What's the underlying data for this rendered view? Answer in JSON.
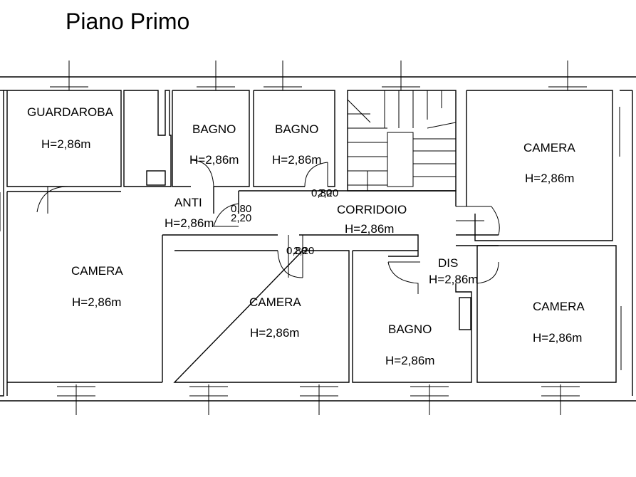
{
  "title": "Piano Primo",
  "rooms": [
    {
      "name": "GUARDAROBA",
      "height": "H=2,86m"
    },
    {
      "name": "BAGNO",
      "height": "H=2,86m"
    },
    {
      "name": "BAGNO",
      "height": "H=2,86m"
    },
    {
      "name": "CAMERA",
      "height": "H=2,86m"
    },
    {
      "name": "ANTI",
      "height": "H=2,86m"
    },
    {
      "name": "CORRIDOIO",
      "height": "H=2,86m"
    },
    {
      "name": "CAMERA",
      "height": "H=2,86m"
    },
    {
      "name": "CAMERA",
      "height": "H=2,86m"
    },
    {
      "name": "DIS",
      "height": "H=2,86m"
    },
    {
      "name": "BAGNO",
      "height": "H=2,86m"
    },
    {
      "name": "CAMERA",
      "height": "H=2,86m"
    }
  ],
  "dimensions": [
    "0,80",
    "2,20",
    "0,80",
    "2,20",
    "0,80",
    "2,20"
  ]
}
